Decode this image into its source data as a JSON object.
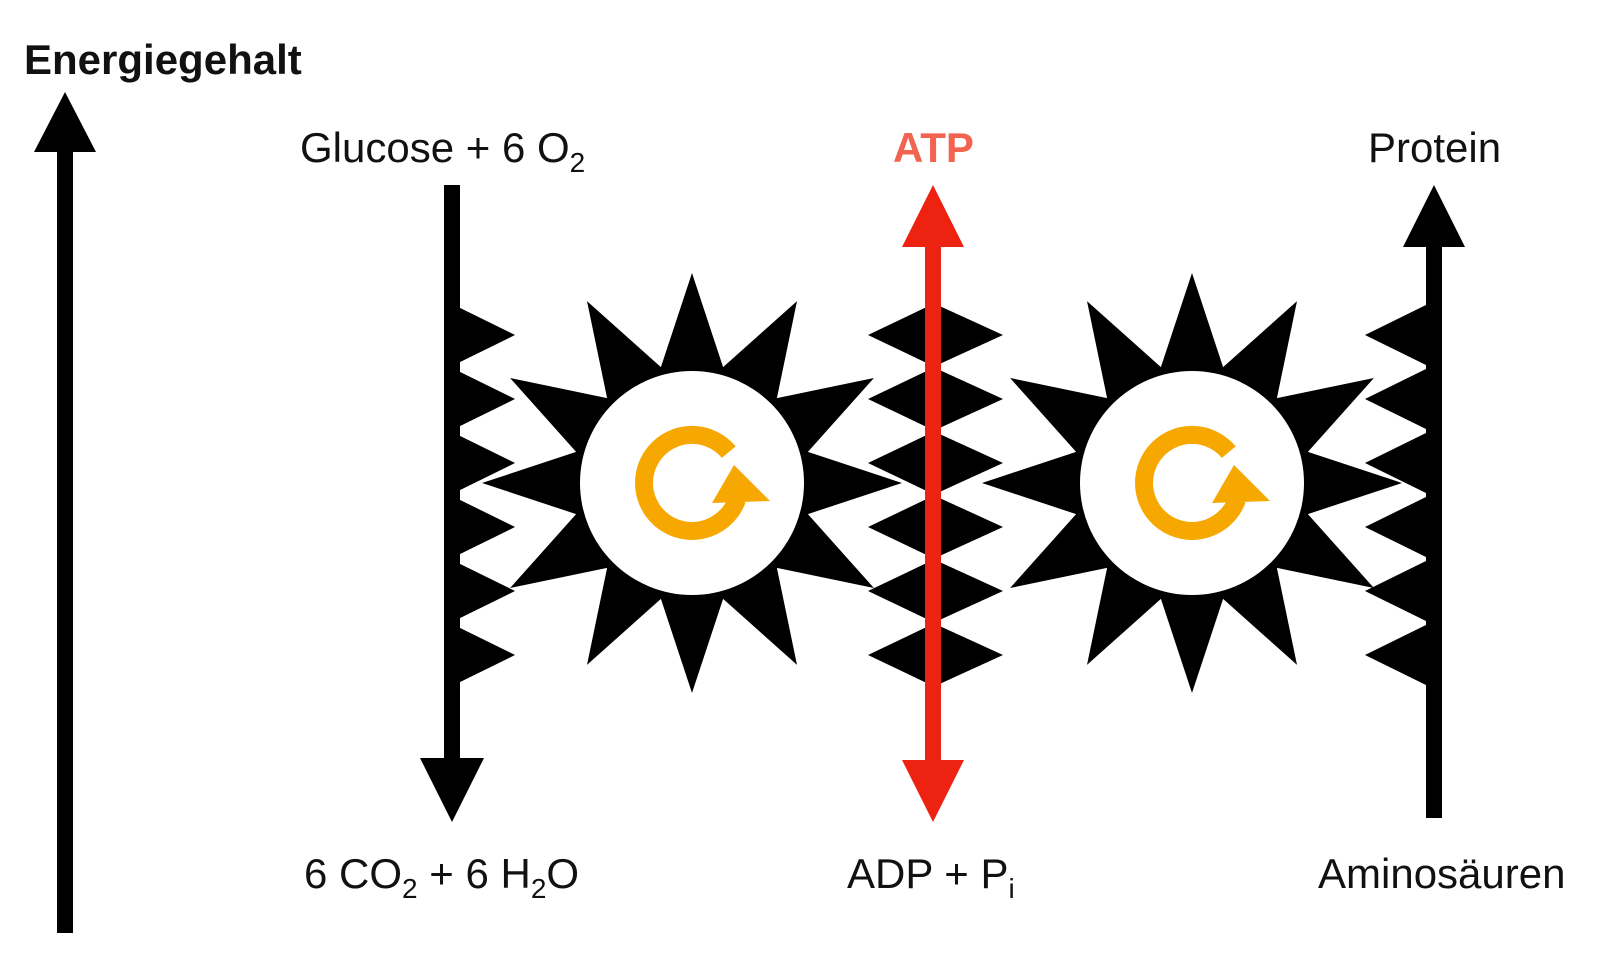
{
  "axis_label": "Energiegehalt",
  "labels": {
    "glucose": {
      "main": "Glucose + 6 O",
      "sub": "2"
    },
    "atp": "ATP",
    "protein": "Protein",
    "co2_water": {
      "part1": "6 CO",
      "sub1": "2",
      "part2": " + 6 H",
      "sub2": "2",
      "part3": "O"
    },
    "adp": {
      "main": "ADP + P",
      "sub": "i"
    },
    "aminoacids": "Aminosäuren"
  },
  "colors": {
    "black": "#000000",
    "red_arrow": "#ee2211",
    "atp_text": "#f26450",
    "cycle_icon": "#f7a800"
  },
  "icons": [
    "gear-icon",
    "cycle-icon"
  ]
}
